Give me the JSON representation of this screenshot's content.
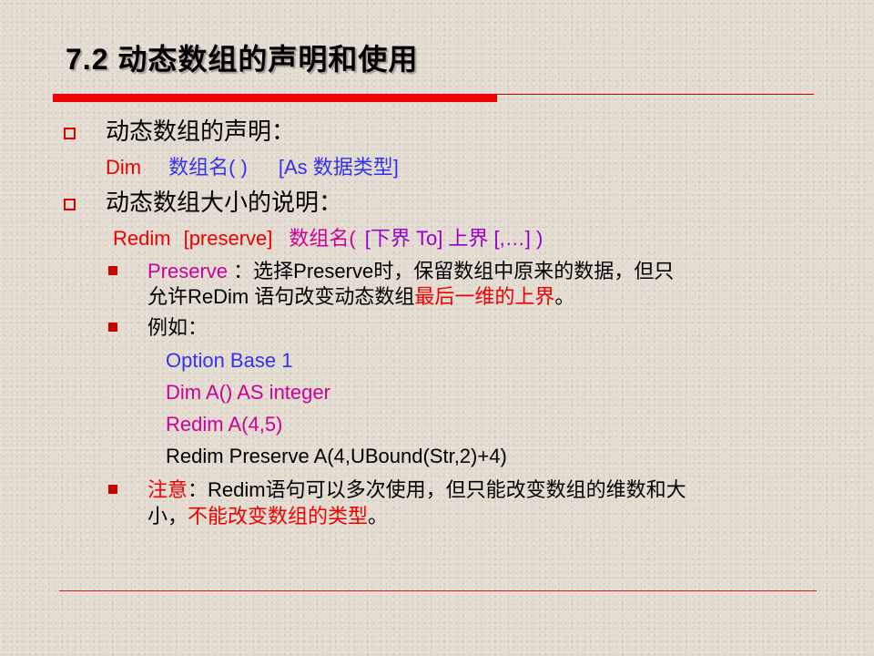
{
  "title": "7.2 动态数组的声明和使用",
  "section1": {
    "heading": "动态数组的声明：",
    "syntax": {
      "kw": "Dim",
      "name": "数组名( )",
      "type": "[As 数据类型]"
    }
  },
  "section2": {
    "heading": "动态数组大小的说明：",
    "syntax": {
      "kw": "Redim",
      "opt": "[preserve]",
      "name": "数组名(",
      "bounds": "[下界 To] 上界 [,…] )"
    }
  },
  "bullets": {
    "preserve": {
      "term": "Preserve",
      "text1": " ：选择Preserve时，保留数组中原来的数据，但只",
      "text2": "允许ReDim 语句改变动态数组",
      "highlight": "最后一维的上界",
      "end": "。"
    },
    "example": {
      "label": "例如：",
      "code": [
        "Option Base  1",
        "Dim A()  AS integer",
        "Redim A(4,5)",
        "Redim Preserve  A(4,UBound(Str,2)+4)"
      ]
    },
    "note": {
      "label": "注意",
      "text1": "：Redim语句可以多次使用，但只能改变数组的维数和大",
      "text2_prefix": "小，",
      "highlight": "不能改变数组的类型",
      "end": "。"
    }
  },
  "colors": {
    "accent_red": "#ee0000",
    "blue": "#3333ee",
    "magenta": "#cc0099",
    "purple": "#9900cc"
  }
}
